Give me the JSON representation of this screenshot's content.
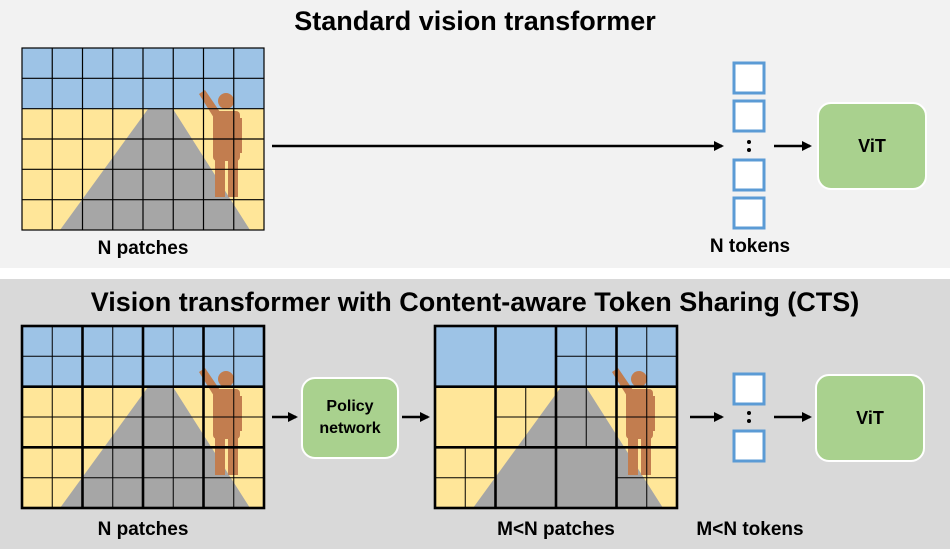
{
  "top": {
    "title": "Standard vision transformer",
    "patches_label": "N patches",
    "tokens_label": "N tokens",
    "model_label": "ViT"
  },
  "bottom": {
    "title": "Vision transformer with Content-aware Token Sharing (CTS)",
    "patches_label": "N patches",
    "policy_label": "Policy network",
    "shared_patches_label": "M<N patches",
    "tokens_label": "M<N tokens",
    "model_label": "ViT"
  },
  "colors": {
    "sky": "#9dc3e6",
    "ground": "#ffe699",
    "road": "#a6a6a6",
    "person": "#c27d4f",
    "token_border": "#5b9bd5",
    "green": "#a9d18e"
  }
}
